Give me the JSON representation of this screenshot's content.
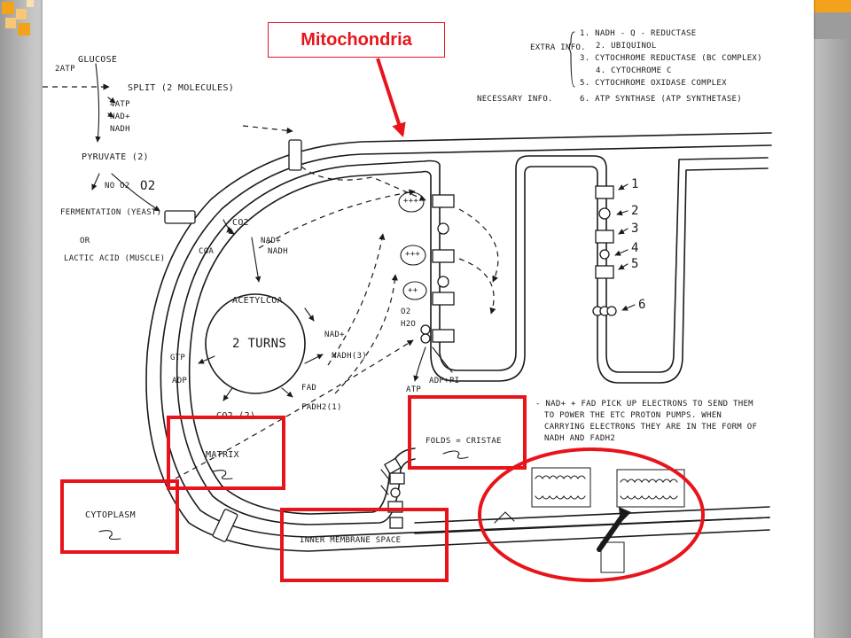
{
  "title": "Mitochondria",
  "colors": {
    "accent_red": "#e8141b",
    "corner_orange": "#f3a21b",
    "ink": "#1a1a1a",
    "paper": "#ffffff"
  },
  "glycolysis": {
    "glucose": "Glucose",
    "two_atp": "2ATP",
    "split": "Split (2 molecules)",
    "four_atp": "4ATP",
    "nad_plus": "NAD+",
    "nadh": "NADH",
    "pyruvate": "Pyruvate (2)",
    "no_o2": "No O2",
    "o2": "O2",
    "fermentation": "Fermentation (Yeast)",
    "or": "or",
    "lactic_acid": "Lactic Acid (Muscle)"
  },
  "krebs": {
    "co2_top": "CO2",
    "coa": "CoA",
    "nad_plus": "NAD+",
    "nadh": "NADH",
    "acetyl_coa": "AcetylCoA",
    "two_turns": "2 Turns",
    "gtp": "GTP",
    "adp": "ADP",
    "nad_plus_2": "NAD+",
    "nadh_3": "NADH(3)",
    "fad": "FAD",
    "fadh2": "FADH2(1)",
    "co2_bottom": "CO2 (2)"
  },
  "etc_left": {
    "o2": "O2",
    "h2o": "H2O",
    "atp": "ATP",
    "adp_p": "ADP+Pi"
  },
  "legend": {
    "extra_info": "Extra Info.",
    "necessary_info": "Necessary Info.",
    "items": [
      "1. NADH - Q - Reductase",
      "2. Ubiquinol",
      "3. Cytochrome Reductase (BC Complex)",
      "4. Cytochrome C",
      "5. Cytochrome Oxidase Complex",
      "6. ATP Synthase (ATP Synthetase)"
    ]
  },
  "etc_numbers": [
    "1",
    "2",
    "3",
    "4",
    "5",
    "6"
  ],
  "labels": {
    "matrix": "Matrix",
    "cytoplasm": "Cytoplasm",
    "folds": "Folds = Cristae",
    "inner_membrane_space": "Inner Membrane Space"
  },
  "note": {
    "lines": [
      "- NAD+ + FAD pick up electrons to send them",
      "to power the ETC proton pumps. When",
      "carrying electrons they are in the form of",
      "NADH and FADH2"
    ]
  }
}
